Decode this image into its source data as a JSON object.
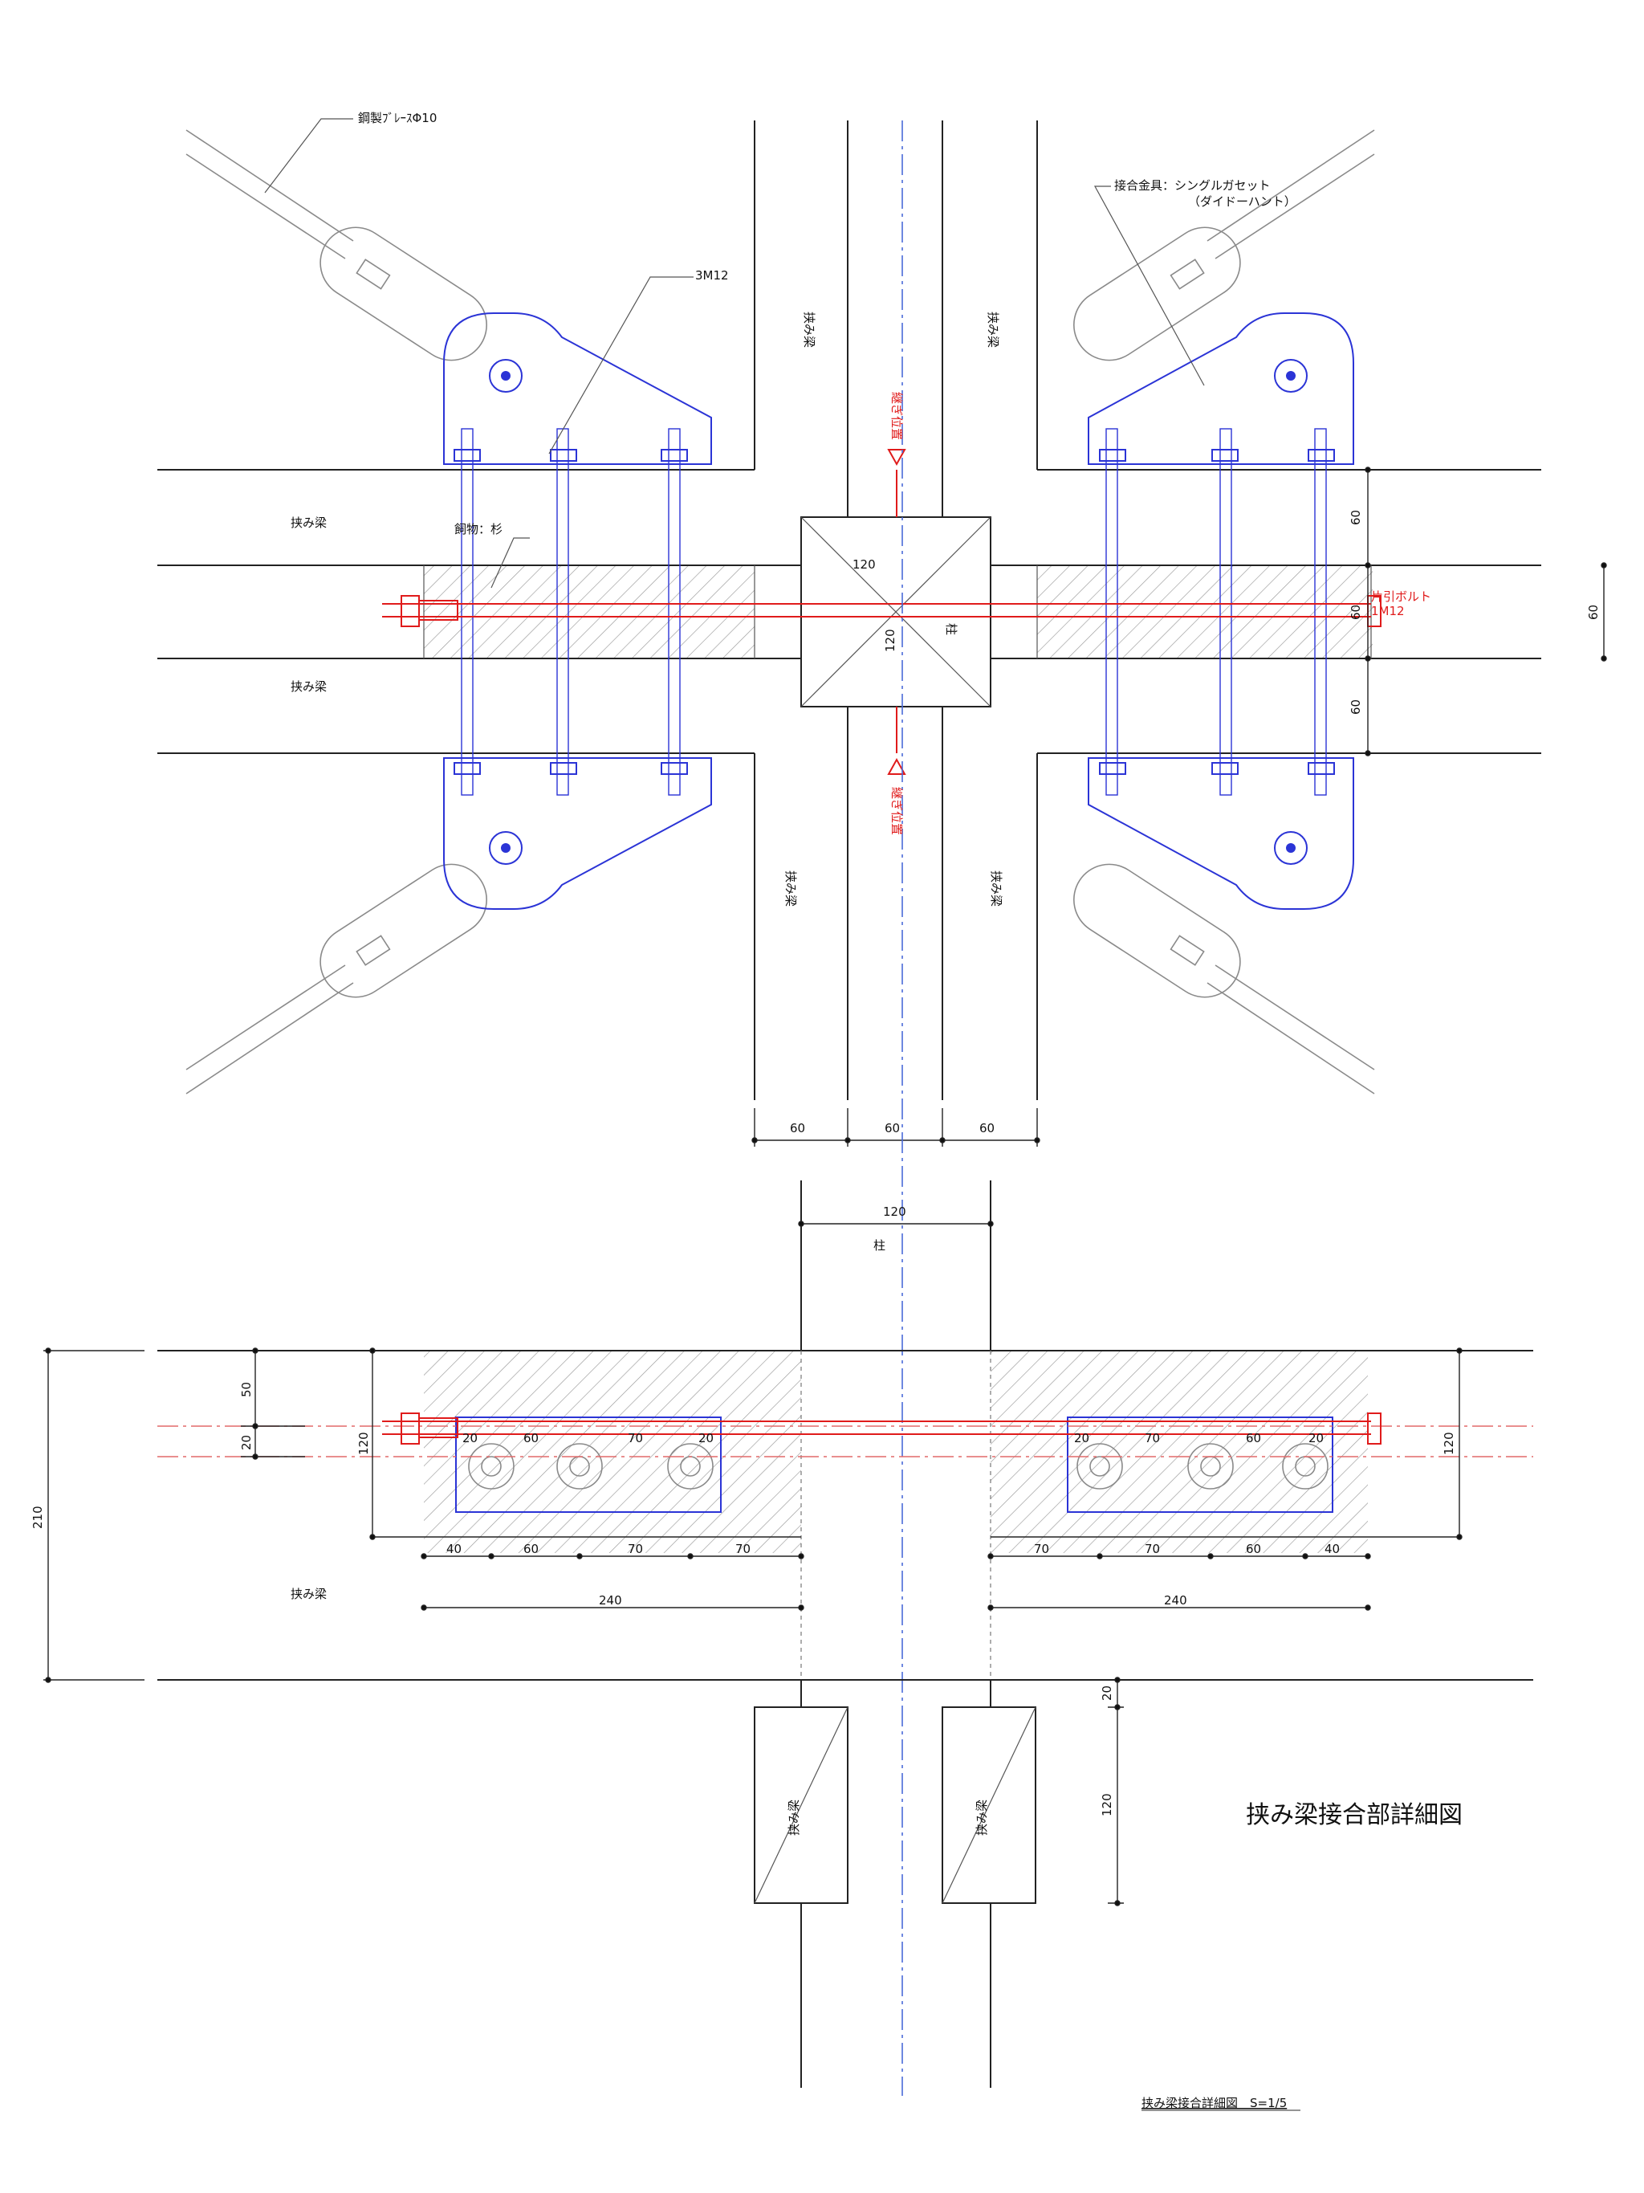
{
  "labels": {
    "brace": "鋼製ﾌﾞﾚｰｽΦ10",
    "bolts3": "3M12",
    "gusset_line1": "接合金具：シングルガセット",
    "gusset_line2": "（ダイドーハント）",
    "filler": "飼物：杉",
    "beam": "挟み梁",
    "column": "柱",
    "joint": "継ぎ位置",
    "through_bolt_line1": "片引ボルト",
    "through_bolt_line2": "1M12"
  },
  "dims_plan": {
    "d60": "60",
    "d120": "120"
  },
  "dims_section": {
    "d20": "20",
    "d40": "40",
    "d50": "50",
    "d60": "60",
    "d70": "70",
    "d120": "120",
    "d210": "210",
    "d240": "240"
  },
  "title": "挟み梁接合部詳細図",
  "caption": "挟み梁接合詳細図　S=1/5",
  "colors": {
    "steel": "#2b34d6",
    "bolt": "#e01b1b",
    "line": "#222222"
  }
}
